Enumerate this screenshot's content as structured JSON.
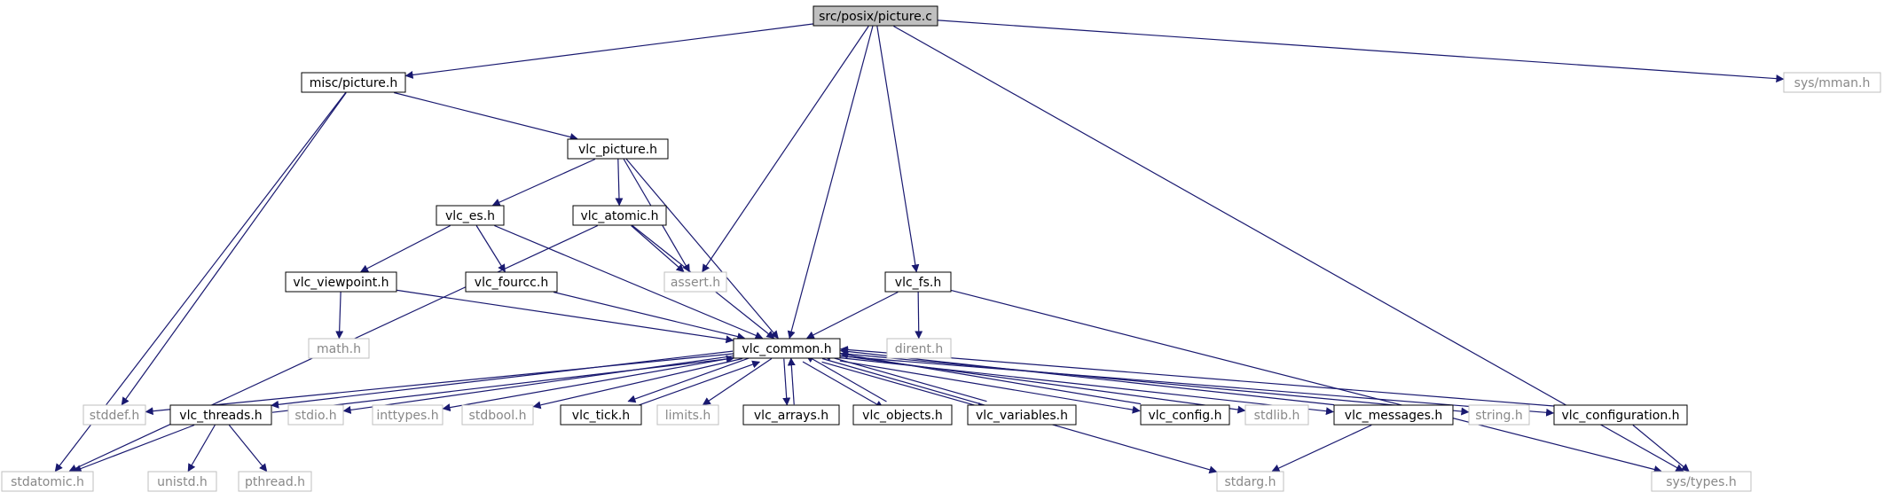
{
  "graph": {
    "colors": {
      "edge": "#191970",
      "root_fill": "#bfbfbf",
      "box_border": "#000000",
      "missing_border": "#bfbfbf",
      "text": "#000000",
      "missing_text": "#888888"
    },
    "nodes": [
      {
        "id": "picture_c",
        "label": "src/posix/picture.c",
        "kind": "root",
        "icon": ""
      },
      {
        "id": "misc_picture",
        "label": "misc/picture.h",
        "kind": "normal"
      },
      {
        "id": "sys_mman",
        "label": "sys/mman.h",
        "kind": "missing"
      },
      {
        "id": "vlc_picture",
        "label": "vlc_picture.h",
        "kind": "normal"
      },
      {
        "id": "vlc_es",
        "label": "vlc_es.h",
        "kind": "normal"
      },
      {
        "id": "vlc_atomic",
        "label": "vlc_atomic.h",
        "kind": "normal"
      },
      {
        "id": "vlc_viewpoint",
        "label": "vlc_viewpoint.h",
        "kind": "normal"
      },
      {
        "id": "vlc_fourcc",
        "label": "vlc_fourcc.h",
        "kind": "normal"
      },
      {
        "id": "assert",
        "label": "assert.h",
        "kind": "missing"
      },
      {
        "id": "vlc_fs",
        "label": "vlc_fs.h",
        "kind": "normal"
      },
      {
        "id": "math",
        "label": "math.h",
        "kind": "missing"
      },
      {
        "id": "vlc_common",
        "label": "vlc_common.h",
        "kind": "normal"
      },
      {
        "id": "dirent",
        "label": "dirent.h",
        "kind": "missing"
      },
      {
        "id": "stddef",
        "label": "stddef.h",
        "kind": "missing"
      },
      {
        "id": "vlc_threads",
        "label": "vlc_threads.h",
        "kind": "normal"
      },
      {
        "id": "stdio",
        "label": "stdio.h",
        "kind": "missing"
      },
      {
        "id": "inttypes",
        "label": "inttypes.h",
        "kind": "missing"
      },
      {
        "id": "stdbool",
        "label": "stdbool.h",
        "kind": "missing"
      },
      {
        "id": "vlc_tick",
        "label": "vlc_tick.h",
        "kind": "normal"
      },
      {
        "id": "limits",
        "label": "limits.h",
        "kind": "missing"
      },
      {
        "id": "vlc_arrays",
        "label": "vlc_arrays.h",
        "kind": "normal"
      },
      {
        "id": "vlc_objects",
        "label": "vlc_objects.h",
        "kind": "normal"
      },
      {
        "id": "vlc_variables",
        "label": "vlc_variables.h",
        "kind": "normal"
      },
      {
        "id": "vlc_config",
        "label": "vlc_config.h",
        "kind": "normal"
      },
      {
        "id": "stdlib",
        "label": "stdlib.h",
        "kind": "missing"
      },
      {
        "id": "vlc_messages",
        "label": "vlc_messages.h",
        "kind": "normal"
      },
      {
        "id": "string",
        "label": "string.h",
        "kind": "missing"
      },
      {
        "id": "vlc_configuration",
        "label": "vlc_configuration.h",
        "kind": "normal"
      },
      {
        "id": "stdatomic",
        "label": "stdatomic.h",
        "kind": "missing"
      },
      {
        "id": "unistd",
        "label": "unistd.h",
        "kind": "missing"
      },
      {
        "id": "pthread",
        "label": "pthread.h",
        "kind": "missing"
      },
      {
        "id": "stdarg",
        "label": "stdarg.h",
        "kind": "missing"
      },
      {
        "id": "sys_types",
        "label": "sys/types.h",
        "kind": "missing"
      }
    ],
    "edges": [
      [
        "picture_c",
        "misc_picture"
      ],
      [
        "picture_c",
        "sys_mman"
      ],
      [
        "picture_c",
        "assert"
      ],
      [
        "picture_c",
        "vlc_common"
      ],
      [
        "picture_c",
        "vlc_fs"
      ],
      [
        "picture_c",
        "sys_types"
      ],
      [
        "misc_picture",
        "vlc_picture"
      ],
      [
        "misc_picture",
        "stddef"
      ],
      [
        "misc_picture",
        "stdatomic"
      ],
      [
        "vlc_picture",
        "vlc_es"
      ],
      [
        "vlc_picture",
        "vlc_atomic"
      ],
      [
        "vlc_picture",
        "assert"
      ],
      [
        "vlc_picture",
        "vlc_common"
      ],
      [
        "vlc_es",
        "vlc_viewpoint"
      ],
      [
        "vlc_es",
        "vlc_fourcc"
      ],
      [
        "vlc_es",
        "vlc_common"
      ],
      [
        "vlc_atomic",
        "assert"
      ],
      [
        "vlc_atomic",
        "vlc_common"
      ],
      [
        "vlc_atomic",
        "stdatomic"
      ],
      [
        "vlc_viewpoint",
        "math"
      ],
      [
        "vlc_viewpoint",
        "vlc_common"
      ],
      [
        "vlc_fourcc",
        "vlc_common"
      ],
      [
        "vlc_fs",
        "vlc_common"
      ],
      [
        "vlc_fs",
        "dirent"
      ],
      [
        "vlc_fs",
        "sys_types"
      ],
      [
        "vlc_common",
        "stddef"
      ],
      [
        "vlc_common",
        "vlc_threads"
      ],
      [
        "vlc_common",
        "stdio"
      ],
      [
        "vlc_common",
        "inttypes"
      ],
      [
        "vlc_common",
        "stdbool"
      ],
      [
        "vlc_common",
        "vlc_tick"
      ],
      [
        "vlc_common",
        "limits"
      ],
      [
        "vlc_common",
        "vlc_arrays"
      ],
      [
        "vlc_common",
        "vlc_objects"
      ],
      [
        "vlc_common",
        "vlc_variables"
      ],
      [
        "vlc_common",
        "vlc_config"
      ],
      [
        "vlc_common",
        "stdlib"
      ],
      [
        "vlc_common",
        "vlc_messages"
      ],
      [
        "vlc_common",
        "string"
      ],
      [
        "vlc_common",
        "vlc_configuration"
      ],
      [
        "vlc_common",
        "stdarg"
      ],
      [
        "vlc_threads",
        "vlc_common"
      ],
      [
        "vlc_threads",
        "stdatomic"
      ],
      [
        "vlc_threads",
        "unistd"
      ],
      [
        "vlc_threads",
        "pthread"
      ],
      [
        "vlc_tick",
        "vlc_common"
      ],
      [
        "vlc_arrays",
        "vlc_common"
      ],
      [
        "vlc_objects",
        "vlc_common"
      ],
      [
        "vlc_variables",
        "vlc_common"
      ],
      [
        "vlc_config",
        "vlc_common"
      ],
      [
        "vlc_messages",
        "vlc_common"
      ],
      [
        "vlc_messages",
        "stdarg"
      ],
      [
        "vlc_configuration",
        "vlc_common"
      ],
      [
        "vlc_configuration",
        "sys_types"
      ]
    ]
  }
}
